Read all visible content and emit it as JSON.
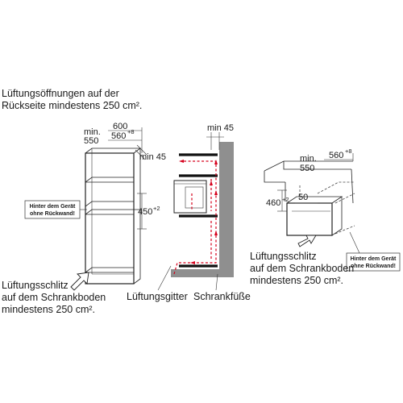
{
  "left": {
    "top_note": [
      "Lüftungsöffnungen auf der",
      "Rückseite mindestens 250 cm²."
    ],
    "dim_min_550": [
      "min.",
      "550"
    ],
    "dim_600": "600",
    "dim_560": "560",
    "dim_560_sup": "+8",
    "dim_min45": "min 45",
    "dim_450": "450",
    "dim_450_sup": "+2",
    "box_note": [
      "Hinter dem Gerät",
      "ohne Rückwand!"
    ],
    "bottom_note": [
      "Lüftungsschlitz",
      "auf dem Schrankboden",
      "mindestens 250 cm²."
    ]
  },
  "middle": {
    "dim_min45": "min 45",
    "label_grille": "Lüftungsgitter",
    "label_feet": "Schrankfüße"
  },
  "right": {
    "dim_min_550": [
      "min.",
      "550"
    ],
    "dim_560": "560",
    "dim_560_sup": "+8",
    "dim_460": "460",
    "dim_460_sup": "+2",
    "dim_50": "50",
    "box_note": [
      "Hinter dem Gerät",
      "ohne Rückwand!"
    ],
    "bottom_note": [
      "Lüftungsschlitz",
      "auf dem Schrankboden",
      "mindestens 250 cm²."
    ]
  },
  "colors": {
    "airflow": "#d6001c",
    "wall": "#8f8f8f"
  }
}
